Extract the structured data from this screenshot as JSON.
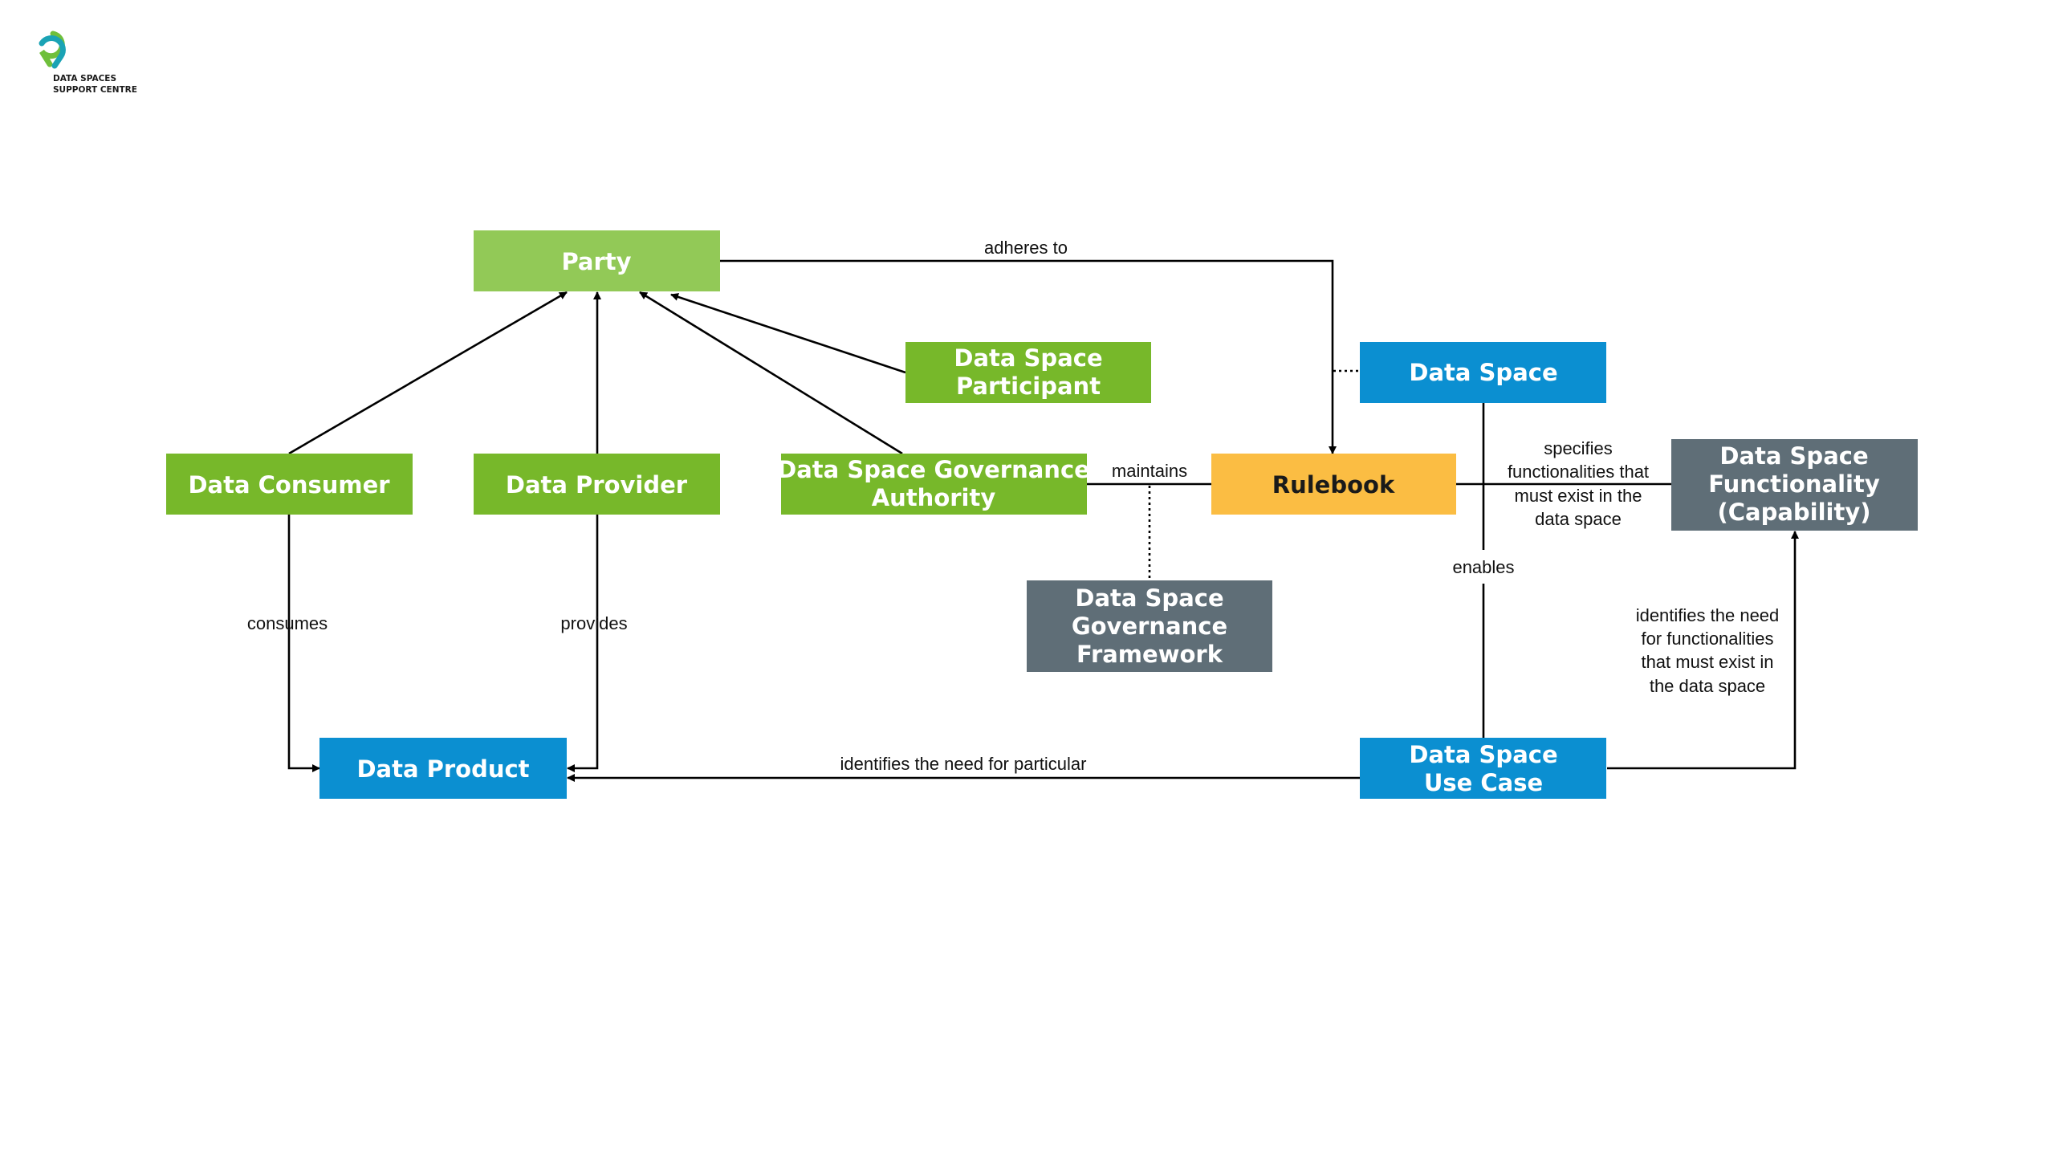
{
  "brand": {
    "line1": "DATA SPACES",
    "line2": "SUPPORT CENTRE",
    "colors": {
      "teal": "#1aa3b5",
      "green": "#6fbf3b"
    }
  },
  "colors": {
    "light_green": "#92c957",
    "green": "#77b82a",
    "blue": "#0b8fd1",
    "orange": "#fbbd43",
    "gray": "#5f6e77"
  },
  "nodes": {
    "party": {
      "label": [
        "Party"
      ]
    },
    "participant": {
      "label": [
        "Data Space",
        "Participant"
      ]
    },
    "data_space": {
      "label": [
        "Data Space"
      ]
    },
    "consumer": {
      "label": [
        "Data Consumer"
      ]
    },
    "provider": {
      "label": [
        "Data Provider"
      ]
    },
    "authority": {
      "label": [
        "Data Space Governance",
        "Authority"
      ]
    },
    "rulebook": {
      "label": [
        "Rulebook"
      ]
    },
    "functionality": {
      "label": [
        "Data Space",
        "Functionality",
        "(Capability)"
      ]
    },
    "framework": {
      "label": [
        "Data Space",
        "Governance",
        "Framework"
      ]
    },
    "product": {
      "label": [
        "Data Product"
      ]
    },
    "use_case": {
      "label": [
        "Data Space",
        "Use Case"
      ]
    }
  },
  "edges": {
    "adheres_to": [
      "adheres to"
    ],
    "maintains": [
      "maintains"
    ],
    "specifies": [
      "specifies",
      "functionalities that",
      "must exist in the",
      "data space"
    ],
    "enables": [
      "enables"
    ],
    "consumes": [
      "consumes"
    ],
    "provides": [
      "provides"
    ],
    "identifies_capability": [
      "identifies the need",
      "for functionalities",
      "that must exist in",
      "the data space"
    ],
    "identifies_product": [
      "identifies the need for particular"
    ]
  }
}
